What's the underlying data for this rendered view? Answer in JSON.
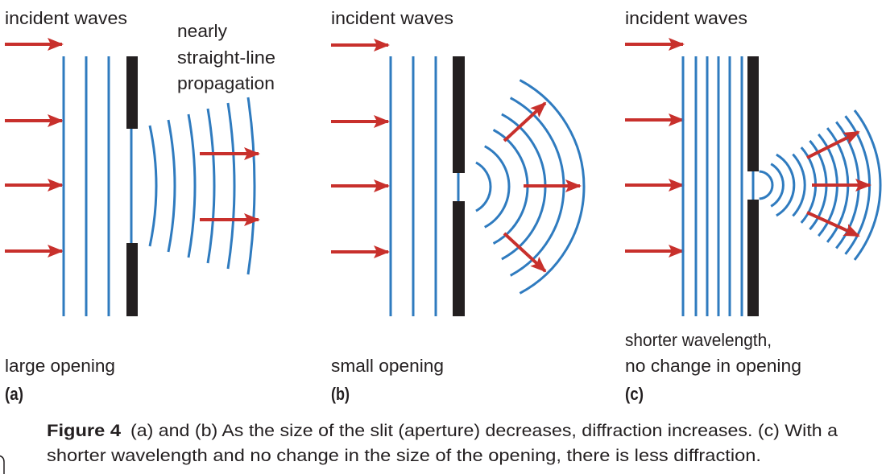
{
  "colors": {
    "wave": "#2f7bbf",
    "arrow": "#c8302c",
    "barrier": "#231f20",
    "text": "#231f20"
  },
  "panels": [
    {
      "id": "a",
      "top_label": "incident waves",
      "note": [
        "nearly",
        "straight-line",
        "propagation"
      ],
      "bottom_label": [
        "large opening"
      ],
      "tag": "(a)"
    },
    {
      "id": "b",
      "top_label": "incident waves",
      "bottom_label": [
        "small opening"
      ],
      "tag": "(b)"
    },
    {
      "id": "c",
      "top_label": "incident waves",
      "bottom_label": [
        "shorter wavelength,",
        "no change in opening"
      ],
      "tag": "(c)"
    }
  ],
  "caption": {
    "label": "Figure 4",
    "line1": "(a) and (b) As the size of the slit (aperture) decreases, diffraction increases. (c) With a",
    "line2": "shorter wavelength and no change in the size of the opening, there is less diffraction."
  }
}
